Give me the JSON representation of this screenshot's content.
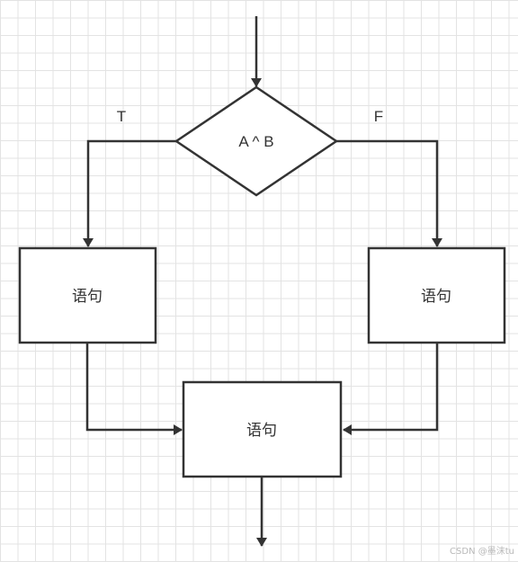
{
  "diagram": {
    "decision": {
      "label": "A ^ B"
    },
    "branch_true": {
      "label": "T"
    },
    "branch_false": {
      "label": "F"
    },
    "left_statement": {
      "label": "语句"
    },
    "right_statement": {
      "label": "语句"
    },
    "merge_statement": {
      "label": "语句"
    }
  },
  "watermark": {
    "text": "CSDN @墨沫tu"
  },
  "colors": {
    "stroke": "#333333",
    "grid": "#e3e3e3",
    "background": "#ffffff"
  }
}
